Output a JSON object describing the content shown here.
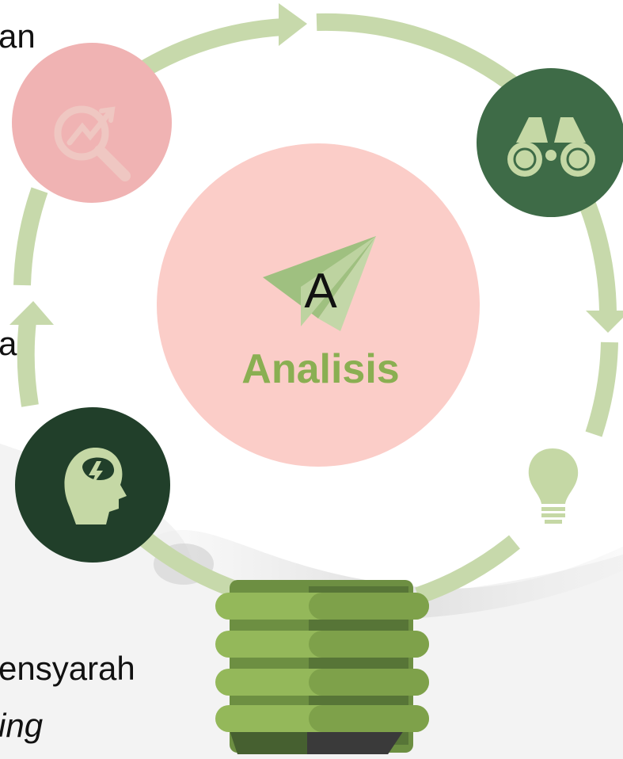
{
  "background_text": {
    "line1": "an",
    "line2": "an",
    "line3": "ensyarah",
    "line4": "ing"
  },
  "center": {
    "letter": "A",
    "title": "Analisis"
  },
  "icons": {
    "top_left": "magnifier-chart-icon",
    "top_right": "binoculars-icon",
    "bottom_left": "head-brain-lightning-icon",
    "right": "lightbulb-icon",
    "center": "paper-plane-icon",
    "base": "lightbulb-base-icon"
  },
  "colors": {
    "ring": "#c7d9ab",
    "pink_circle": "#f0b3b3",
    "center_circle": "#fbcdc8",
    "dark_green": "#3e6b47",
    "darker_green": "#213f2a",
    "accent_green": "#8aaf52",
    "icon_light": "#c5d8a5"
  }
}
